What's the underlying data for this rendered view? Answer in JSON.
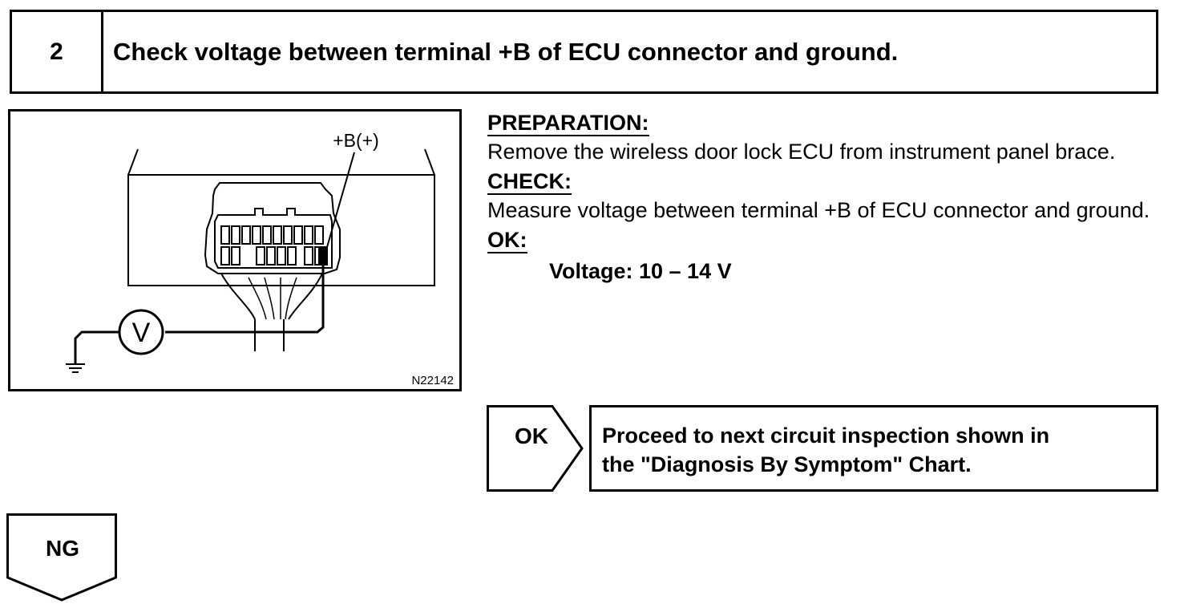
{
  "step": {
    "number": "2",
    "title": "Check voltage between terminal +B of ECU connector and ground."
  },
  "diagram": {
    "terminal_label": "+B(+)",
    "meter_symbol": "V",
    "figure_id": "N22142"
  },
  "preparation": {
    "heading": "PREPARATION:",
    "text": "Remove the wireless door lock ECU from instrument panel brace."
  },
  "check": {
    "heading": "CHECK:",
    "text": "Measure voltage between terminal +B of ECU connector and ground."
  },
  "ok_spec": {
    "heading": "OK:",
    "value": "Voltage: 10 – 14 V"
  },
  "ok_branch": {
    "label": "OK",
    "result_line1": "Proceed to next circuit inspection shown in",
    "result_line2": "the \"Diagnosis By Symptom\" Chart."
  },
  "ng_branch": {
    "label": "NG"
  }
}
